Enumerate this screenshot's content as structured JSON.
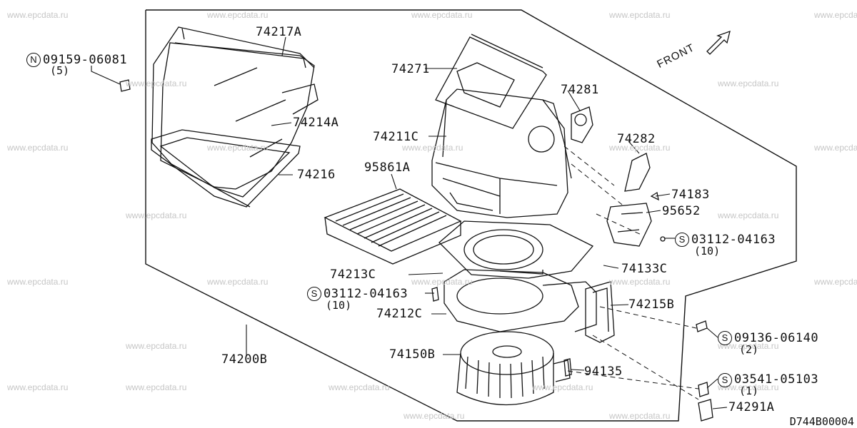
{
  "watermark": "www.epcdata.ru",
  "direction_label": "FRONT",
  "diagram_code": "D744B00004",
  "parts": {
    "p74217A": "74217A",
    "p74271": "74271",
    "p74281": "74281",
    "p74214A": "74214A",
    "p74211C": "74211C",
    "p74282": "74282",
    "p74216": "74216",
    "p95861A": "95861A",
    "p74183": "74183",
    "p95652": "95652",
    "p74213C": "74213C",
    "p74133C": "74133C",
    "p74212C": "74212C",
    "p74215B": "74215B",
    "p74200B": "74200B",
    "p74150B": "74150B",
    "p94135": "94135",
    "p74291A": "74291A"
  },
  "fasteners": {
    "f1": {
      "symbol": "N",
      "code": "09159-06081",
      "qty": "(5)"
    },
    "f2": {
      "symbol": "S",
      "code": "03112-04163",
      "qty": "(10)"
    },
    "f3": {
      "symbol": "S",
      "code": "03112-04163",
      "qty": "(10)"
    },
    "f4": {
      "symbol": "S",
      "code": "09136-06140",
      "qty": "(2)"
    },
    "f5": {
      "symbol": "S",
      "code": "03541-05103",
      "qty": "(1)"
    }
  }
}
